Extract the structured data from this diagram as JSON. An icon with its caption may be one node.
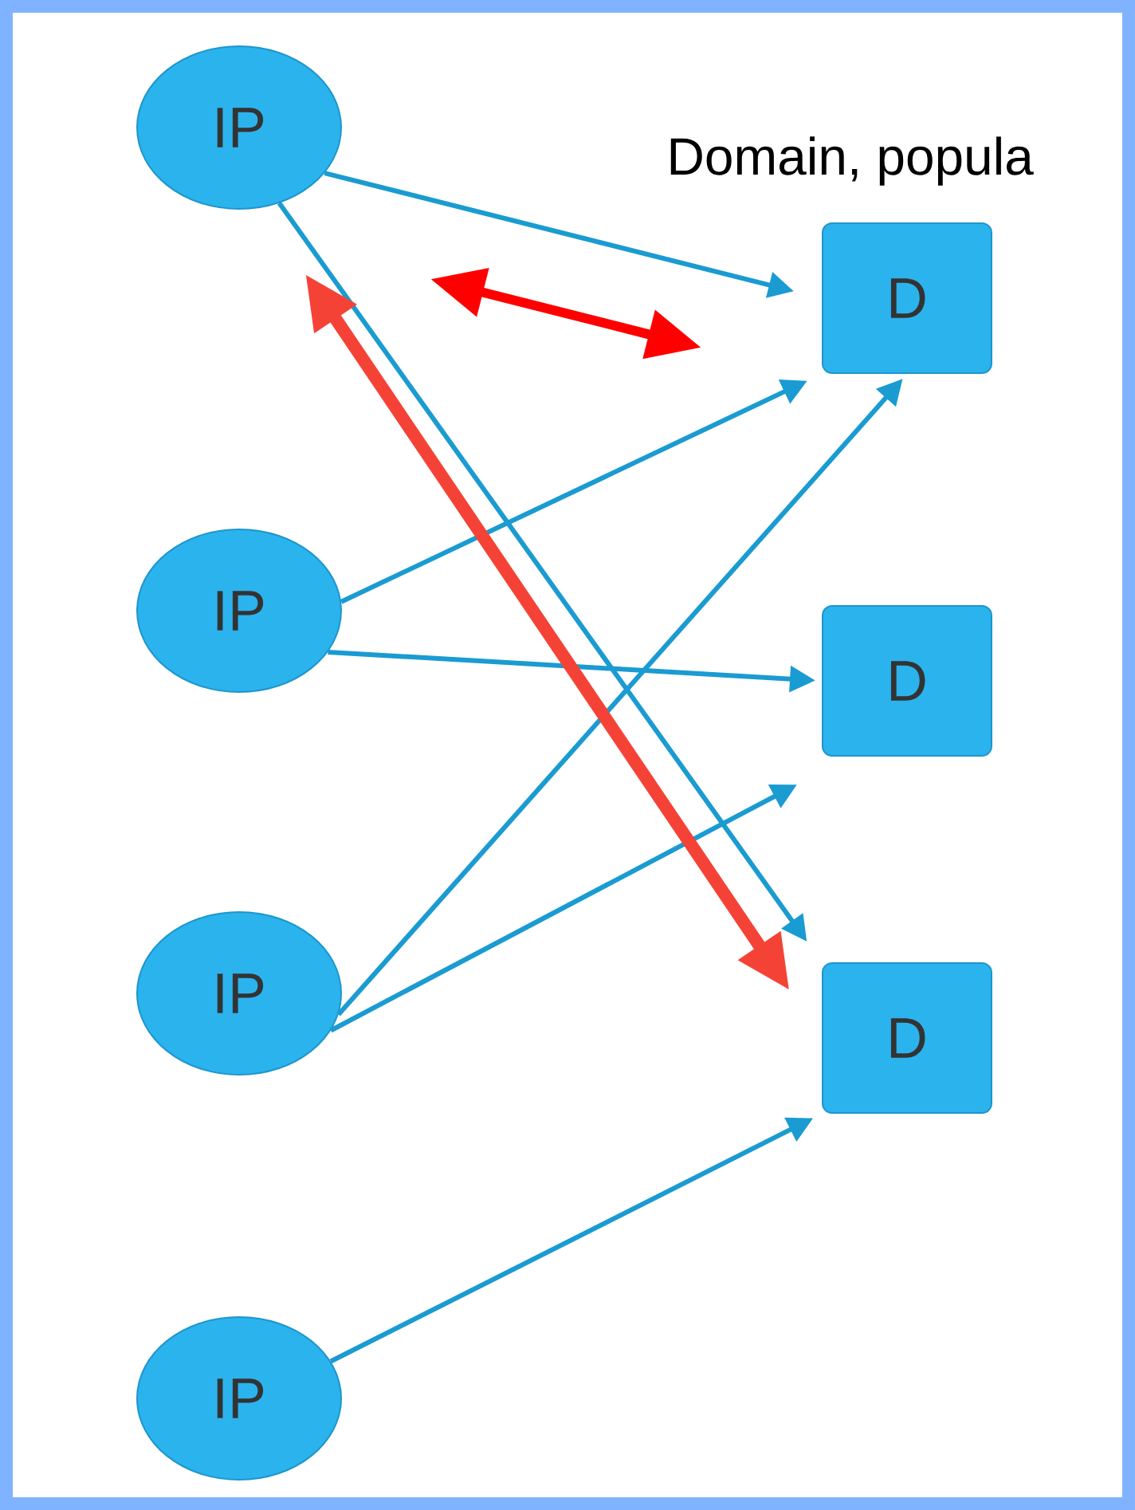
{
  "diagram": {
    "nodes": [
      {
        "text": [
          "IP"
        ]
      },
      {
        "text": [
          "D"
        ]
      },
      {
        "text": [
          "IP"
        ]
      },
      {
        "text": [
          "D"
        ]
      },
      {
        "text": [
          "IP"
        ]
      },
      {
        "text": [
          "D"
        ]
      },
      {
        "text": [
          "IP"
        ]
      }
    ],
    "edges": [
      {
        "from": 0,
        "to": 1,
        "arrow": "to"
      },
      {
        "from": 0,
        "to": 5,
        "arrow": "to"
      },
      {
        "from": 2,
        "to": 1,
        "arrow": "to"
      },
      {
        "from": 2,
        "to": 3,
        "arrow": "to"
      },
      {
        "from": 4,
        "to": 1,
        "arrow": "to"
      },
      {
        "from": 4,
        "to": null,
        "arrow": "to"
      },
      {
        "from": 6,
        "to": 5,
        "arrow": "to"
      },
      {
        "from": 0,
        "to": 5,
        "arrow": "both",
        "style": "thick",
        "color": "#f44336"
      }
    ],
    "labels": [
      "Domain, popula"
    ]
  }
}
